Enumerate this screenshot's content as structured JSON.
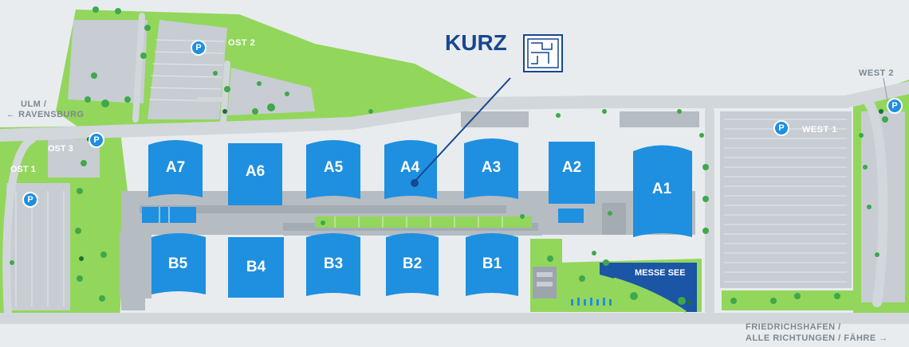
{
  "map": {
    "brand": "KURZ",
    "brand_icon": "booth-floorplan-icon",
    "colors": {
      "green": "#93d65c",
      "road": "#d2d7db",
      "hall": "#1f8fe0",
      "hall_dark": "#1b7ccc",
      "lake": "#1a55a6",
      "brand": "#17478f",
      "parking_icon": "#1f8fe0"
    },
    "halls_a": [
      {
        "id": "a7",
        "label": "A7"
      },
      {
        "id": "a6",
        "label": "A6"
      },
      {
        "id": "a5",
        "label": "A5"
      },
      {
        "id": "a4",
        "label": "A4"
      },
      {
        "id": "a3",
        "label": "A3"
      },
      {
        "id": "a2",
        "label": "A2"
      },
      {
        "id": "a1",
        "label": "A1"
      }
    ],
    "halls_b": [
      {
        "id": "b5",
        "label": "B5"
      },
      {
        "id": "b4",
        "label": "B4"
      },
      {
        "id": "b3",
        "label": "B3"
      },
      {
        "id": "b2",
        "label": "B2"
      },
      {
        "id": "b1",
        "label": "B1"
      }
    ],
    "areas": {
      "ost2": "OST 2",
      "ost3": "OST 3",
      "ost1": "OST 1",
      "west1": "WEST 1",
      "west2": "WEST 2",
      "messe_see": "MESSE SEE"
    },
    "parking_label": "P",
    "directions": {
      "ulm_line1": "ULM /",
      "ulm_line2": "RAVENSBURG",
      "ulm_arrow": "←",
      "fh_line1": "FRIEDRICHSHAFEN /",
      "fh_line2": "ALLE RICHTUNGEN / FÄHRE",
      "fh_arrow": "→"
    }
  }
}
